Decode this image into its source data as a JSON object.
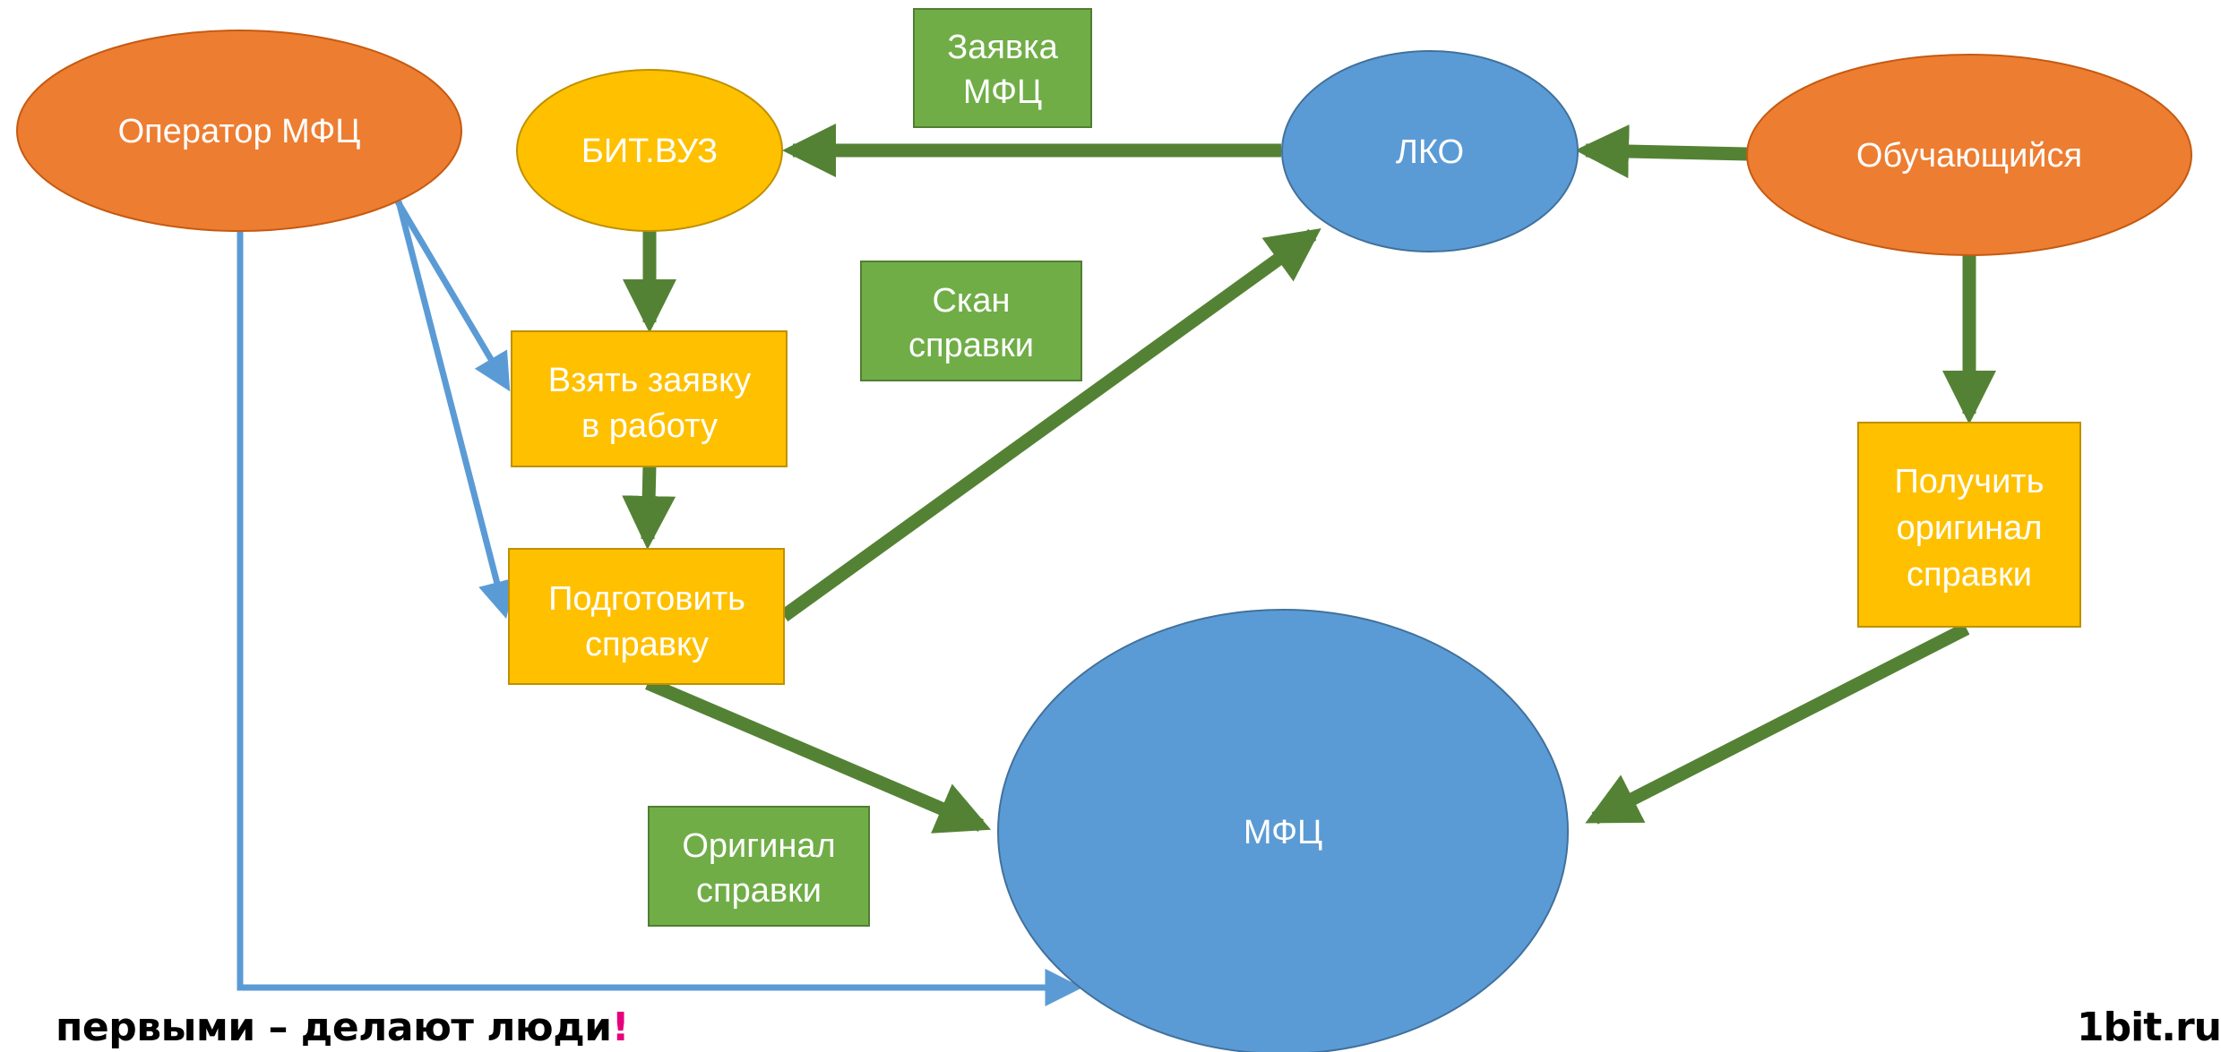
{
  "colors": {
    "orange": "#ED7D31",
    "yellow": "#FFC000",
    "blue": "#5B9BD5",
    "green_box": "#70AD47",
    "green_arrow": "#548235",
    "blue_arrow": "#5B9BD5",
    "brand_pink": "#E6007E"
  },
  "nodes": {
    "operator": "Оператор МФЦ",
    "bit_vuz": "БИТ.ВУЗ",
    "lko": "ЛКО",
    "student": "Обучающийся",
    "take_request": [
      "Взять заявку",
      "в работу"
    ],
    "prepare_cert": [
      "Подготовить",
      "справку"
    ],
    "get_original": [
      "Получить",
      "оригинал",
      "справки"
    ],
    "mfc": "МФЦ"
  },
  "labels": {
    "request_mfc": [
      "Заявка",
      "МФЦ"
    ],
    "scan_cert": [
      "Скан",
      "справки"
    ],
    "original_cert": [
      "Оригинал",
      "справки"
    ]
  },
  "footer": {
    "slogan": "первыми – делают люди",
    "slogan_mark": "!",
    "logo": "1bit.ru"
  }
}
